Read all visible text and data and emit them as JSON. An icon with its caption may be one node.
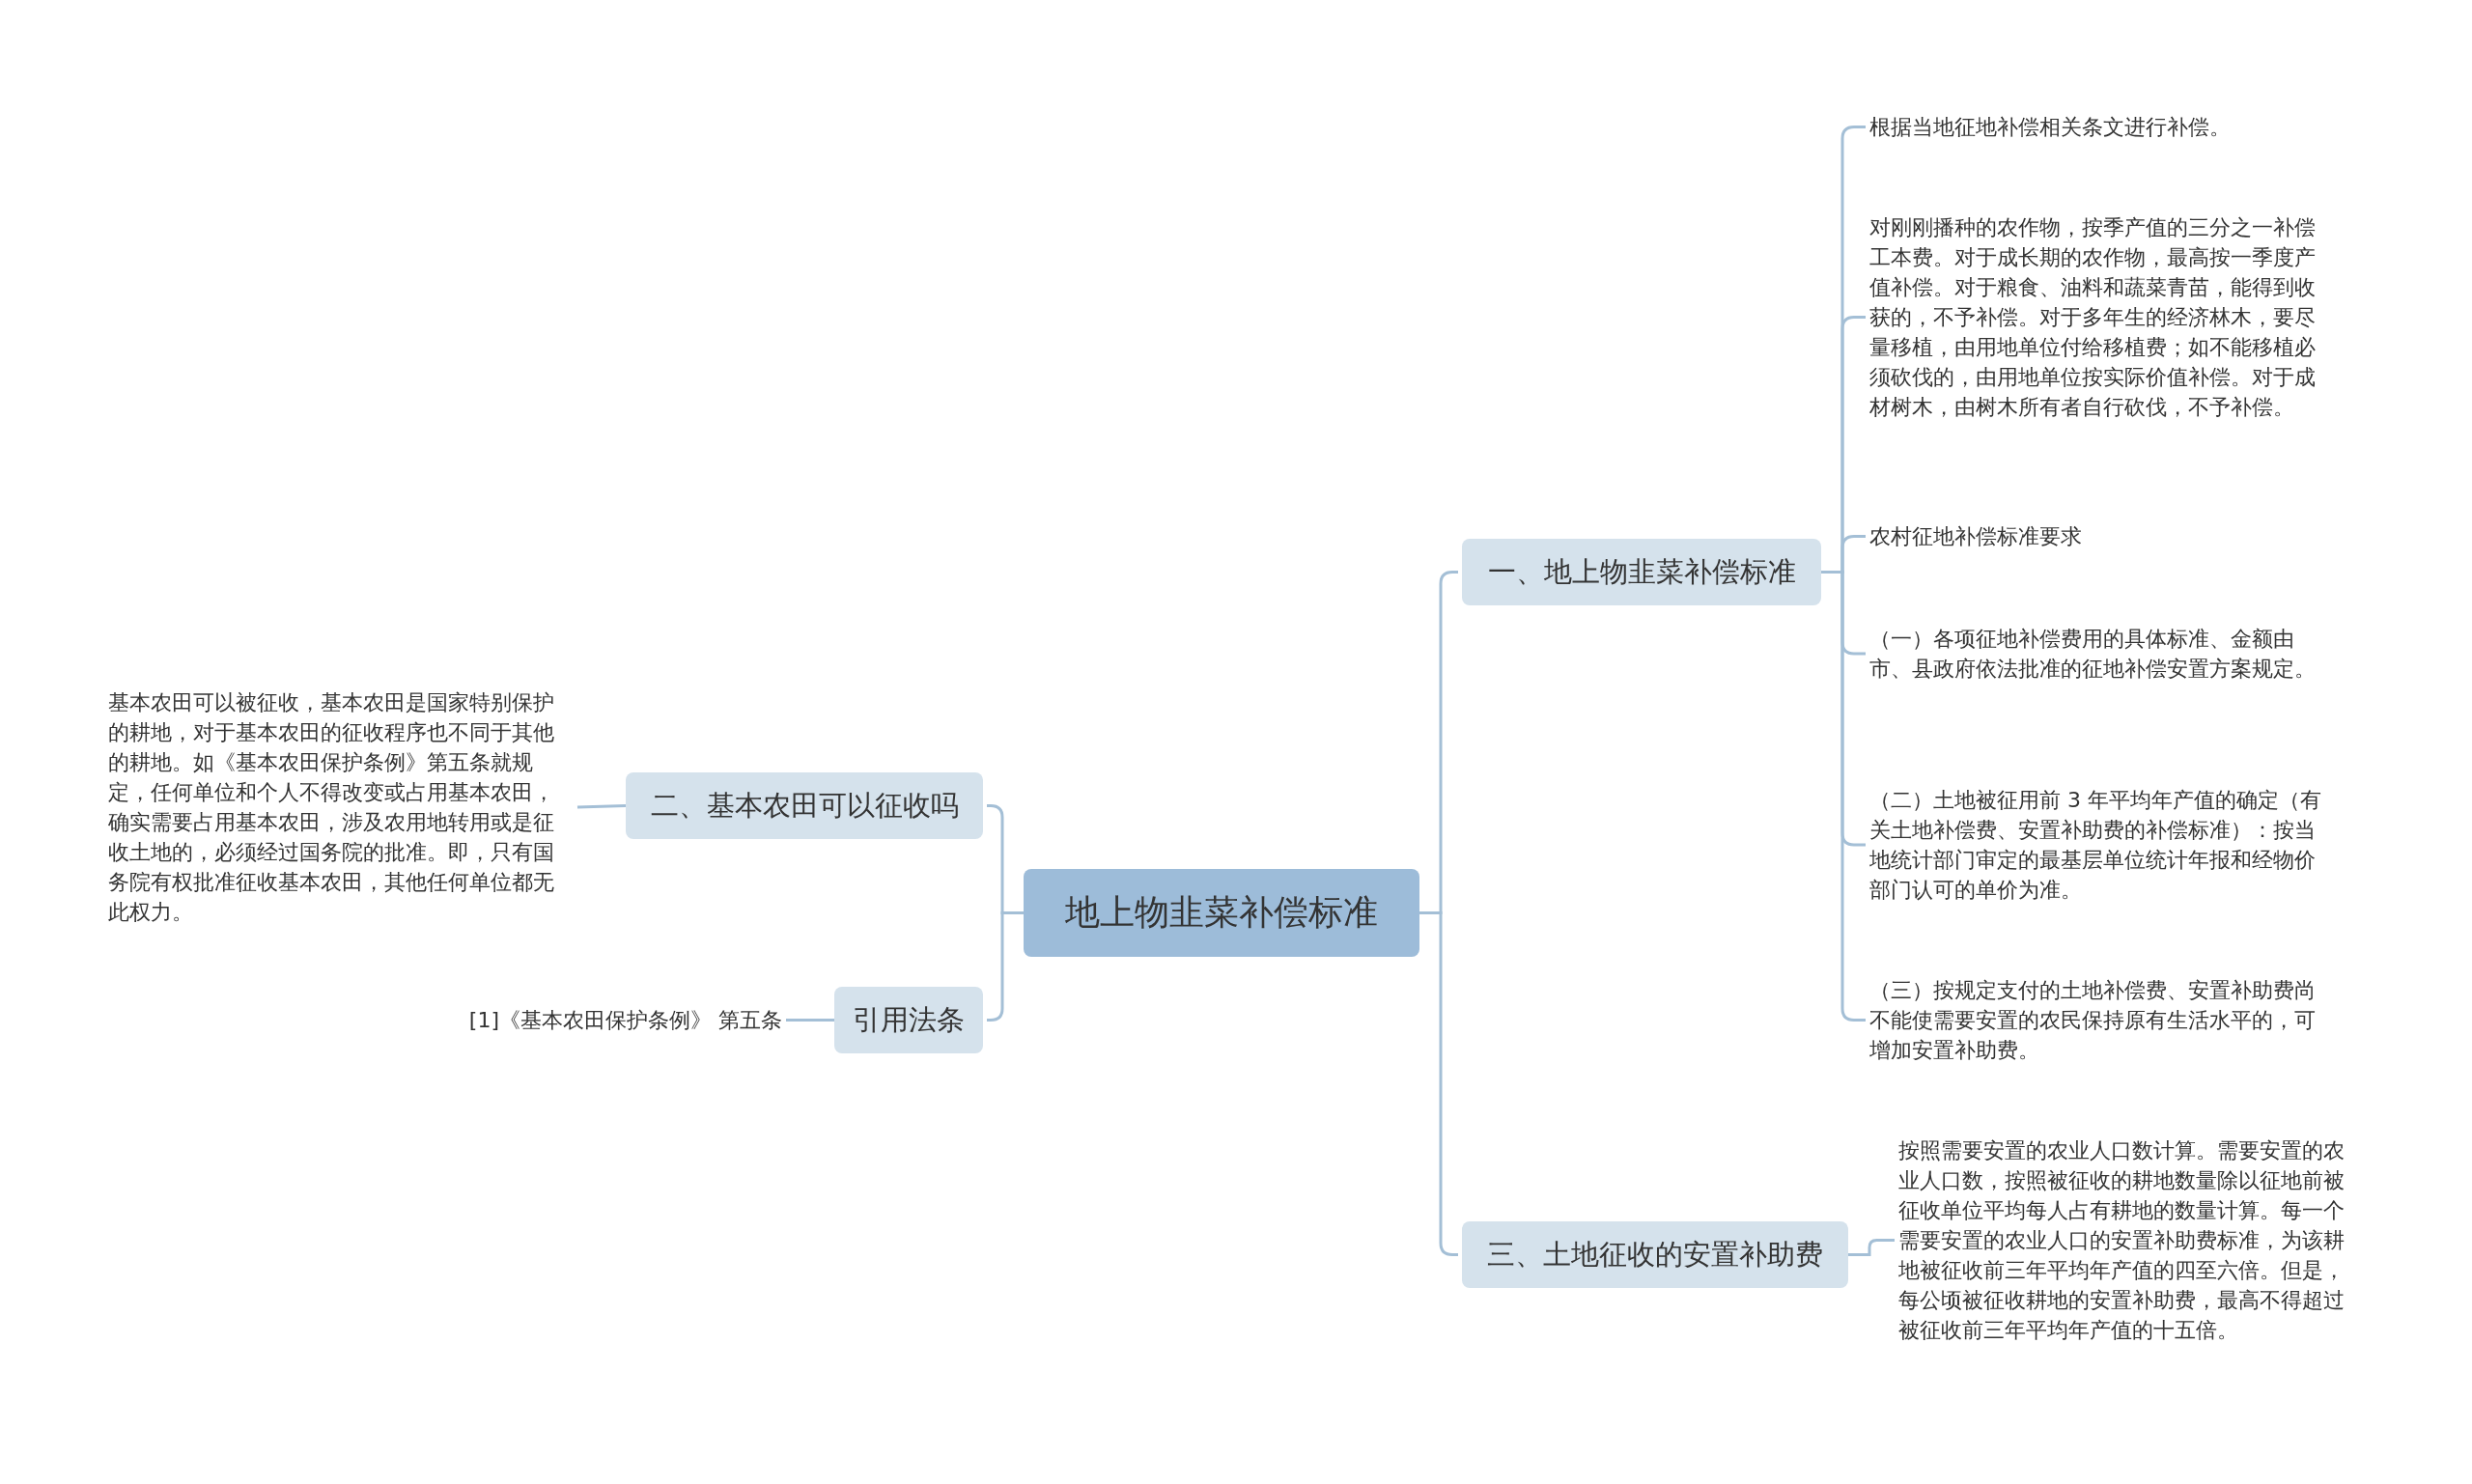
{
  "diagram": {
    "nodes": [
      {
        "text": [
          "地上物韭菜补偿标准"
        ]
      },
      {
        "text": [
          "一、地上物韭菜补偿标准"
        ]
      },
      {
        "text": [
          "根据当地征地补偿相关条文进行补偿。"
        ]
      },
      {
        "text": [
          "对刚刚播种的农作物，按季产值的三分之一补偿工本费。对于成长期的农作物，最高按一季度产值补偿。对于粮食、油料和蔬菜青苗，能得到收获的，不予补偿。对于多年生的经济林木，要尽量移植，由用地单位付给移植费；如不能移植必须砍伐的，由用地单位按实际价值补偿。对于成材树木，由树木所有者自行砍伐，不予补偿。"
        ]
      },
      {
        "text": [
          "农村征地补偿标准要求"
        ]
      },
      {
        "text": [
          "（一）各项征地补偿费用的具体标准、金额由市、县政府依法批准的征地补偿安置方案规定。"
        ]
      },
      {
        "text": [
          "（二）土地被征用前 3 年平均年产值的确定（有关土地补偿费、安置补助费的补偿标准）：按当地统计部门审定的最基层单位统计年报和经物价部门认可的单价为准。"
        ]
      },
      {
        "text": [
          "（三）按规定支付的土地补偿费、安置补助费尚不能使需要安置的农民保持原有生活水平的，可增加安置补助费。"
        ]
      },
      {
        "text": [
          "三、土地征收的安置补助费"
        ]
      },
      {
        "text": [
          "按照需要安置的农业人口数计算。需要安置的农业人口数，按照被征收的耕地数量除以征地前被征收单位平均每人占有耕地的数量计算。每一个需要安置的农业人口的安置补助费标准，为该耕地被征收前三年平均年产值的四至六倍。但是，每公顷被征收耕地的安置补助费，最高不得超过被征收前三年平均年产值的十五倍。"
        ]
      },
      {
        "text": [
          "二、基本农田可以征收吗"
        ]
      },
      {
        "text": [
          "基本农田可以被征收，基本农田是国家特别保护的耕地，对于基本农田的征收程序也不同于其他的耕地。如《基本农田保护条例》第五条就规定，任何单位和个人不得改变或占用基本农田，确实需要占用基本农田，涉及农用地转用或是征收土地的，必须经过国务院的批准。即，只有国务院有权批准征收基本农田，其他任何单位都无此权力。"
        ]
      },
      {
        "text": [
          "引用法条"
        ]
      },
      {
        "text": [
          "[1]《基本农田保护条例》 第五条"
        ]
      }
    ],
    "edges": [
      {
        "from": 0,
        "to": 1,
        "arrow": "none"
      },
      {
        "from": 1,
        "to": 2,
        "arrow": "none"
      },
      {
        "from": 1,
        "to": 3,
        "arrow": "none"
      },
      {
        "from": 1,
        "to": 4,
        "arrow": "none"
      },
      {
        "from": 1,
        "to": 5,
        "arrow": "none"
      },
      {
        "from": 1,
        "to": 6,
        "arrow": "none"
      },
      {
        "from": 1,
        "to": 7,
        "arrow": "none"
      },
      {
        "from": 0,
        "to": 8,
        "arrow": "none"
      },
      {
        "from": 8,
        "to": 9,
        "arrow": "none"
      },
      {
        "from": 0,
        "to": 10,
        "arrow": "none"
      },
      {
        "from": 10,
        "to": 11,
        "arrow": "none"
      },
      {
        "from": 0,
        "to": 12,
        "arrow": "none"
      },
      {
        "from": 12,
        "to": 13,
        "arrow": "none"
      }
    ]
  }
}
